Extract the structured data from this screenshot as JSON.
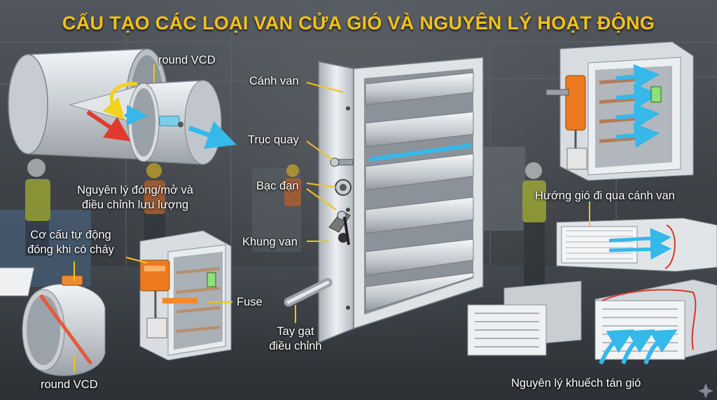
{
  "title": "CẤU TẠO CÁC LOẠI VAN CỬA GIÓ VÀ NGUYÊN LÝ HOẠT ĐỘNG",
  "labels": {
    "round_vcd_top": "round VCD",
    "principle_open_close_line1": "Nguyên lý đóng/mở và",
    "principle_open_close_line2": "điều chỉnh lưu lượng",
    "fire_mechanism_line1": "Cơ cấu tự động",
    "fire_mechanism_line2": "đóng khi có cháy",
    "round_vcd_bottom": "round VCD",
    "fuse": "Fuse",
    "blade": "Cánh van",
    "shaft": "Trục quay",
    "bearing": "Bạc đạn",
    "frame": "Khung van",
    "handle_line1": "Tay gạt",
    "handle_line2": "điều chỉnh",
    "airflow_through_blades": "Hướng gió đi qua cánh van",
    "diffusion_principle": "Nguyên lý khuếch tán gió"
  },
  "colors": {
    "title": "#f2c21b",
    "actuator": "#ee7a1f",
    "airflow": "#35b8ea",
    "fire_arrow": "#e23b2e",
    "rotate_arrow": "#f2d21b",
    "metal": "#d3d7db"
  },
  "icons": {
    "open_close_rotation": "curved-rotation-arrow-icon",
    "spark": "sparkle-icon"
  }
}
